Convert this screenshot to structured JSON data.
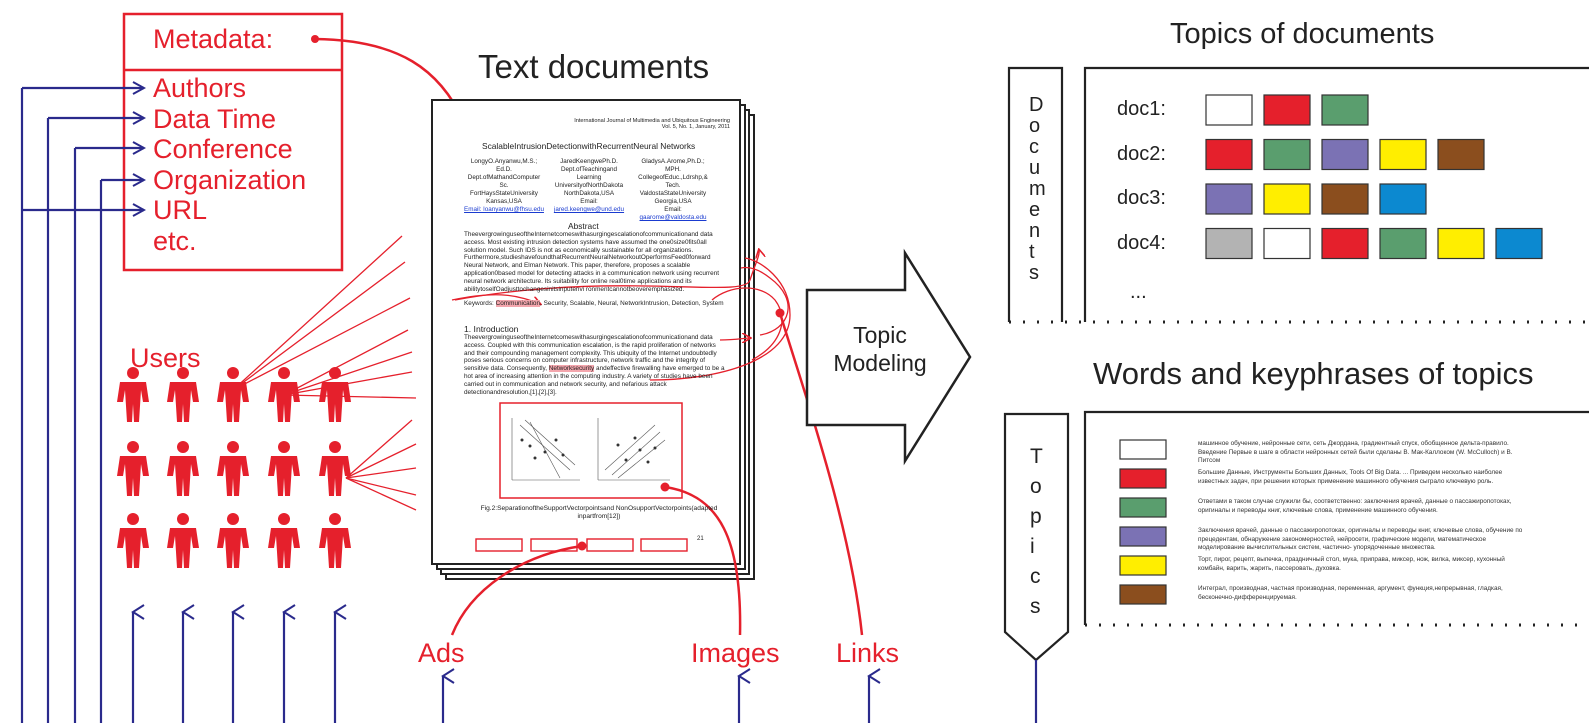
{
  "metadata": {
    "title": "Metadata:",
    "items": [
      "Authors",
      "Data Time",
      "Conference",
      "Organization",
      "URL",
      "etc."
    ]
  },
  "users_label": "Users",
  "text_documents": {
    "title": "Text documents",
    "journal_line1": "International Journal of Multimedia and Ubiquitous Engineering",
    "journal_line2": "Vol. 5, No. 1, January, 2011",
    "paper_title": "ScalableIntrusionDetectionwithRecurrentNeural     Networks",
    "authors": [
      [
        "LongyO.Anyanwu,M.S.;",
        "Ed.D.",
        "Dept.ofMathandComputer",
        "Sc.",
        "FortHaysStateUniversity",
        "Kansas,USA",
        "Email: loanyanwu@fhsu.edu"
      ],
      [
        "JaredKeengwePh.D.",
        "Dept.ofTeachingand",
        "Learning",
        "UniversityofNorthDakota",
        "NorthDakota,USA",
        "Email:",
        "jared.keengwe@und.edu"
      ],
      [
        "GladysA.Arome,Ph.D.;",
        "MPH.",
        "CollegeofEduc.,Ldrshp,&",
        "Tech.",
        "ValdostaStateUniversity",
        "Georgia,USA",
        "Email:",
        "gaarome@valdosta.edu"
      ]
    ],
    "abstract_heading": "Abstract",
    "abstract_text": "TheevergrowinguseoftheInternetcomeswithasurgingescalationofcommunicationand data access. Most existing intrusion detection systems have assumed the one0size0fits0all solution model. Such IDS is not as economically sustainable for all organizations. Furthermore,studieshavefoundthatRecurrentNeuralNetworkoutOperformsFeed0forward Neural Network, and Elman Network. This paper, therefore, proposes a scalable application0based model for detecting attacks in a communication network using recurrent neural network architecture. Its suitability for online real0time applications and its abilitytoselfOadjusttochangesinitsinputenvi ronmentcannotbeoveremphasized.",
    "keywords_prefix": "Keywords: ",
    "keywords_highlight": "Communication",
    "keywords_rest": ", Security, Scalable, Neural, NetworkIntrusion, Detection, System",
    "intro_heading": "1. Introduction",
    "intro_text_1": "TheevergrowinguseoftheInternetcomeswithasurgingescalationofcommunicationand data access. Coupled with this communication escalation, is the rapid proliferation of networks and their compounding management complexity. This ubiquity of the Internet undoubtedly poses serious concerns on computer infrastructure, network traffic and the integrity of sensitive data. Consequently, ",
    "intro_highlight": "Networksecurity",
    "intro_text_2": " andeffective firewalling have emerged to be a hot area of increasing attention in the computing industry. A variety of studies have been carried out in communication and network security, and nefarious attack detectionandresolution,[1],[2],[3].",
    "figure_caption": "Fig.2:SeparationoftheSupportVectorpointsand      NonOsupportVectorpoints(adapted inpartfrom[12])",
    "page_number": "21"
  },
  "bottom_labels": {
    "ads": "Ads",
    "images": "Images",
    "links": "Links"
  },
  "topic_modeling": "Topic\nModeling",
  "topics_of_documents": {
    "title": "Topics of documents",
    "side_label": "Documents",
    "rows": [
      {
        "label": "doc1:",
        "colors": [
          "#ffffff",
          "#e5202c",
          "#5a9e6e"
        ]
      },
      {
        "label": "doc2:",
        "colors": [
          "#e5202c",
          "#5a9e6e",
          "#7b72b4",
          "#ffee00",
          "#8b4e1e"
        ]
      },
      {
        "label": "doc3:",
        "colors": [
          "#7b72b4",
          "#ffee00",
          "#8b4e1e",
          "#0c89d0"
        ]
      },
      {
        "label": "doc4:",
        "colors": [
          "#b3b3b3",
          "#ffffff",
          "#e5202c",
          "#5a9e6e",
          "#ffee00",
          "#0c89d0"
        ]
      }
    ],
    "ellipsis": "..."
  },
  "words_of_topics": {
    "title": "Words and keyphrases of topics",
    "side_label": "Topics",
    "rows": [
      {
        "color": "#ffffff",
        "text": "машинное обучение, нейронные сети, сеть Джордана, градиентный спуск, обобщенное дельта-правило. Введение Первые в шаге в области нейронных сетей были сделаны В. Мак-Каллоком (W. McCulloch) и В. Питсом"
      },
      {
        "color": "#e5202c",
        "text": "Большие Данные, Инструменты Больших Данных, Tools Of Big Data. ... Приведем несколько наиболее известных задач, при решении которых применение машинного обучения сыграло ключевую роль."
      },
      {
        "color": "#5a9e6e",
        "text": "Ответами в таком случае служили бы, соответственно: заключения врачей, данные о пассажиропотоках, оригиналы и переводы книг, ключевые слова, применение машинного обучения."
      },
      {
        "color": "#7b72b4",
        "text": "Заключения врачей, данные о пассажиропотоках, оригиналы и переводы книг, ключевые слова, обучение по прецедентам, обнаружение закономерностей, нейросети, графические модели, математическое моделирование вычислительных систем, частично- упорядоченные множества."
      },
      {
        "color": "#ffee00",
        "text": "Торт, пирог, рецепт, выпечка, праздничный стол, мука, приправа, миксер, нож, вилка, миксер, кухонный комбайн, варить, жарить, пассеровать, духовка."
      },
      {
        "color": "#8b4e1e",
        "text": "Интеграл, производная, частная производная, переменная, аргумент, функция,непрерывная, гладкая, бесконечно-дифференцируемая."
      }
    ]
  },
  "colors": {
    "red": "#e5202c",
    "navy": "#2a2a8c",
    "black": "#222222"
  }
}
